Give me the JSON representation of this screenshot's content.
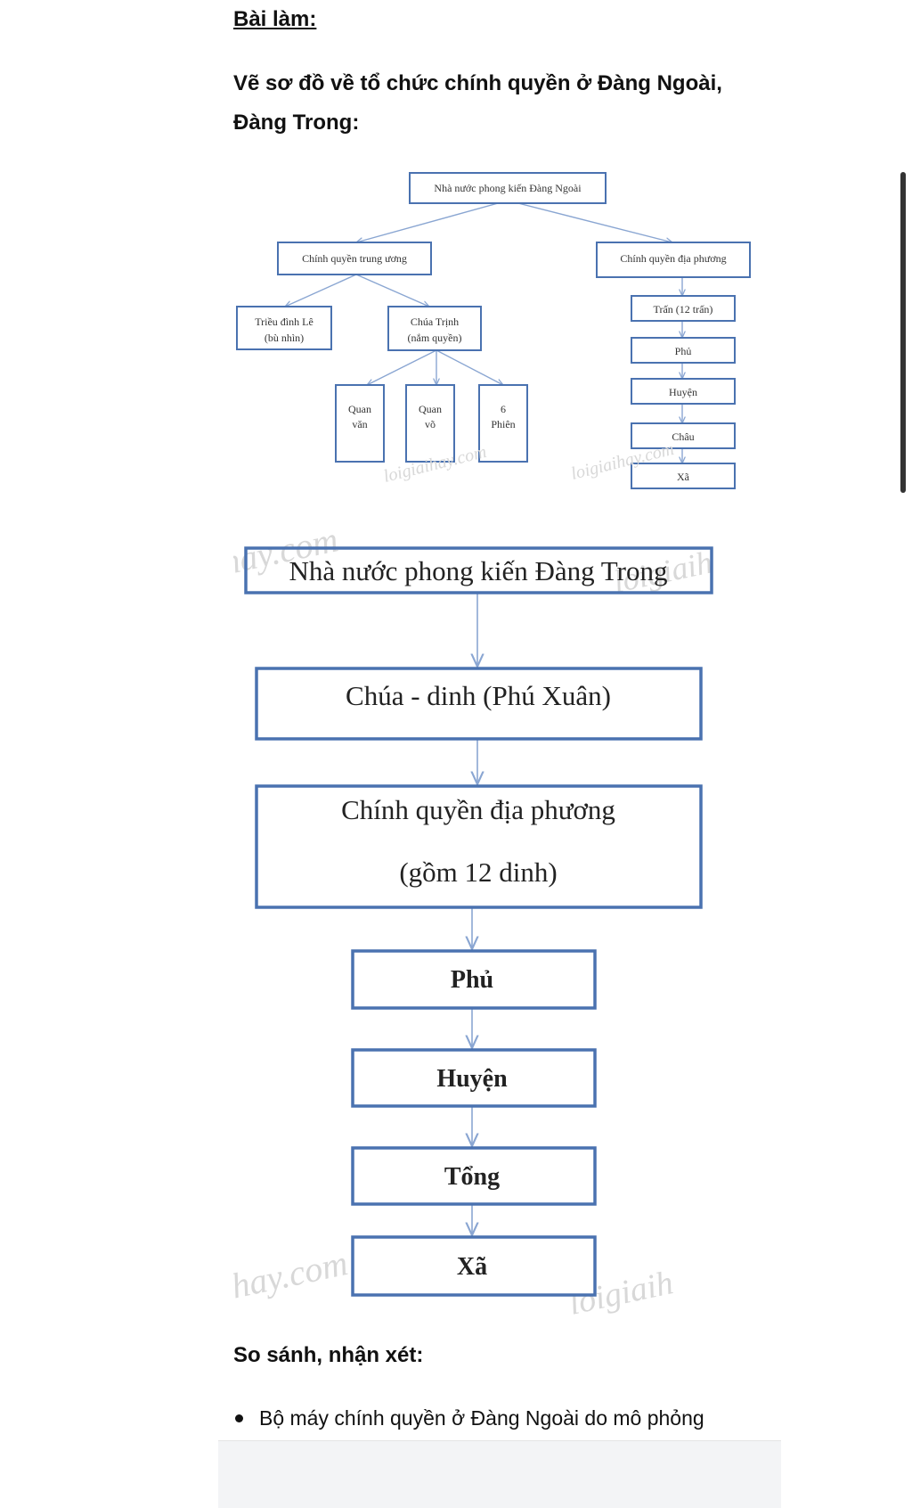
{
  "heading": "Bài làm:",
  "instruction_line1": "Vẽ sơ đồ về tổ chức chính quyền ở Đàng Ngoài,",
  "instruction_line2": "Đàng Trong:",
  "dang_ngoai_chart": {
    "root": "Nhà nước phong kiến Đàng Ngoài",
    "central": "Chính quyền trung ương",
    "local": "Chính quyền địa phương",
    "le_court_line1": "Triều đình Lê",
    "le_court_line2": "(bù nhìn)",
    "trinh_line1": "Chúa Trịnh",
    "trinh_line2": "(nắm quyền)",
    "civil_line1": "Quan",
    "civil_line2": "văn",
    "military_line1": "Quan",
    "military_line2": "võ",
    "six_line1": "6",
    "six_line2": "Phiên",
    "levels": [
      "Trấn (12 trấn)",
      "Phủ",
      "Huyện",
      "Châu",
      "Xã"
    ]
  },
  "dang_trong_chart": {
    "root": "Nhà nước phong kiến Đàng Trong",
    "lord": "Chúa - dinh (Phú Xuân)",
    "local_line1": "Chính quyền địa phương",
    "local_line2": "(gồm 12 dinh)",
    "levels": [
      "Phủ",
      "Huyện",
      "Tổng",
      "Xã"
    ]
  },
  "watermarks": [
    "loigiaihay.com",
    "loigiaihay.com",
    "hay.com",
    "loigiaih",
    "ihay.com",
    "loigiaih"
  ],
  "compare_heading": "So sánh, nhận xét:",
  "bullet1": "Bộ máy chính quyền ở Đàng Ngoài do mô phỏng",
  "colors": {
    "box_border": "#4a72b0",
    "connector": "#8aa6d2"
  }
}
